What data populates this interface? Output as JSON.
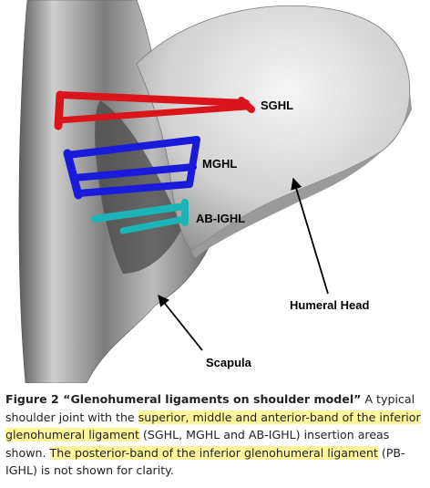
{
  "figure": {
    "labels": {
      "sghl": "SGHL",
      "mghl": "MGHL",
      "ab_ighl": "AB-IGHL",
      "humeral_head": "Humeral Head",
      "scapula": "Scapula"
    },
    "colors": {
      "sghl": "#d9141b",
      "mghl": "#1a1adb",
      "ab_ighl": "#1bb5b8",
      "highlight": "#fff59a"
    }
  },
  "caption": {
    "title": "Figure 2 “Glenohumeral ligaments on shoulder model”",
    "t1": " A typical shoulder joint with the ",
    "h1": "superior, middle and anterior-band of the inferior glenohumeral ligament",
    "t2": " (SGHL, MGHL and AB-IGHL) insertion areas shown. ",
    "h2": "The posterior-band of the inferior glenohumeral ligament",
    "t3": " (PB-IGHL) is not shown for clarity."
  }
}
